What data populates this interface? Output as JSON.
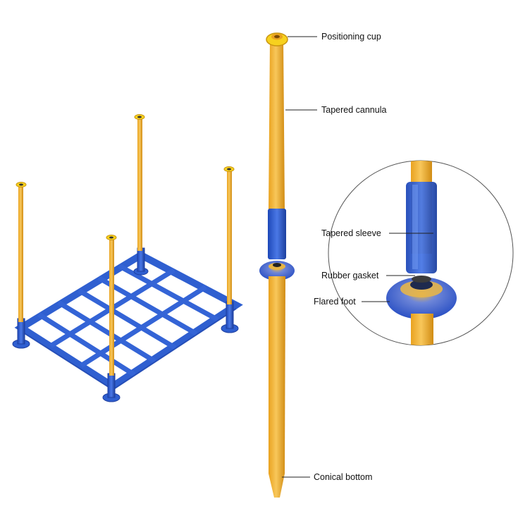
{
  "labels": {
    "positioning_cup": "Positioning cup",
    "tapered_cannula": "Tapered cannula",
    "tapered_sleeve": "Tapered sleeve",
    "rubber_gasket": "Rubber gasket",
    "flared_foot": "Flared foot",
    "conical_bottom": "Conical bottom"
  },
  "colors": {
    "post_yellow": "#F2B33A",
    "post_shadow": "#D58F12",
    "frame_blue": "#2F5FD0",
    "frame_blue_dark": "#1E3FA0",
    "cup_yellow": "#F7D11E",
    "leader_line": "#222222"
  },
  "icons": {
    "rack": "stacking-rack-illustration",
    "post": "removable-post-illustration",
    "detail": "magnified-detail-circle"
  }
}
